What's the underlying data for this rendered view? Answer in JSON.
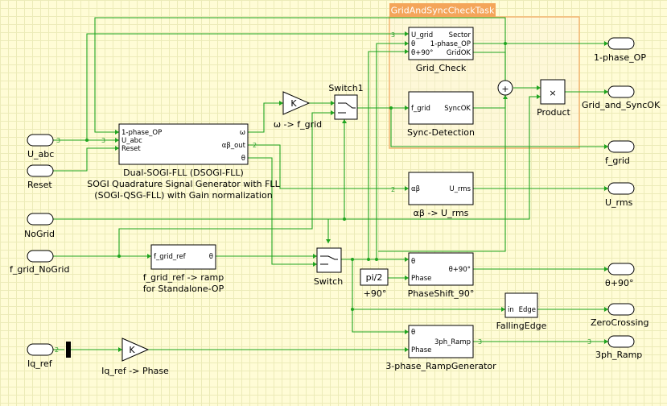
{
  "task": {
    "title": "GridAndSyncCheckTask"
  },
  "ports_in": {
    "u_abc": "U_abc",
    "reset": "Reset",
    "nogrid": "NoGrid",
    "f_grid_nogrid": "f_grid_NoGrid",
    "iq_ref": "Iq_ref"
  },
  "ports_out": {
    "phase_op": "1-phase_OP",
    "grid_sync": "Grid_and_SyncOK",
    "f_grid": "f_grid",
    "u_rms": "U_rms",
    "theta90": "θ+90°",
    "zerocrossing": "ZeroCrossing",
    "ramp3ph": "3ph_Ramp"
  },
  "blocks": {
    "dsogi": {
      "in1": "1-phase_OP",
      "in2": "U_abc",
      "in3": "Reset",
      "out1": "ω",
      "out2": "αβ_out",
      "out3": "θ",
      "caption1": "Dual-SOGI-FLL (DSOGI-FLL)",
      "caption2": "SOGI Quadrature Signal Generator with FLL",
      "caption3": "(SOGI-QSG-FLL) with Gain normalization"
    },
    "gain1": {
      "symbol": "K",
      "caption": "ω -> f_grid"
    },
    "switch1": {
      "caption": "Switch1"
    },
    "switch": {
      "caption": "Switch"
    },
    "grid_check": {
      "in1": "U_grid",
      "in2": "θ",
      "in3": "θ+90°",
      "out1": "Sector",
      "out2": "1-phase_OP",
      "out3": "GridOK",
      "caption": "Grid_Check"
    },
    "sync": {
      "in1": "f_grid",
      "out1": "SyncOK",
      "caption": "Sync-Detection"
    },
    "sum_symbol": "+",
    "product": {
      "symbol": "×",
      "caption": "Product"
    },
    "urms": {
      "in1": "αβ",
      "out1": "U_rms",
      "caption": "αβ -> U_rms"
    },
    "ramp": {
      "in1": "f_grid_ref",
      "out1": "θ",
      "caption1": "f_grid_ref -> ramp",
      "caption2": "for Standalone-OP"
    },
    "const": {
      "value": "pi/2",
      "caption": "+90°"
    },
    "phaseshift": {
      "in1": "θ",
      "in2": "Phase",
      "out1": "θ+90°",
      "caption": "PhaseShift_90°"
    },
    "falling": {
      "in1": "in",
      "out1": "Edge",
      "caption": "FallingEdge"
    },
    "gen3ph": {
      "in1": "θ",
      "in2": "Phase",
      "out1": "3ph_Ramp",
      "caption": "3-phase_RampGenerator"
    },
    "gain2": {
      "symbol": "K",
      "caption": "Iq_ref -> Phase"
    }
  },
  "wire_widths": {
    "w1": "3",
    "w2": "3",
    "w3": "2",
    "w4": "2",
    "w5": "3",
    "w6": "3",
    "w7": "2",
    "w8": "3"
  },
  "colors": {
    "wire": "#1fa51f",
    "task_border": "#f4b673",
    "task_title_bg": "#f4a55a",
    "background": "#fffcd6",
    "grid": "#ecebb8"
  }
}
